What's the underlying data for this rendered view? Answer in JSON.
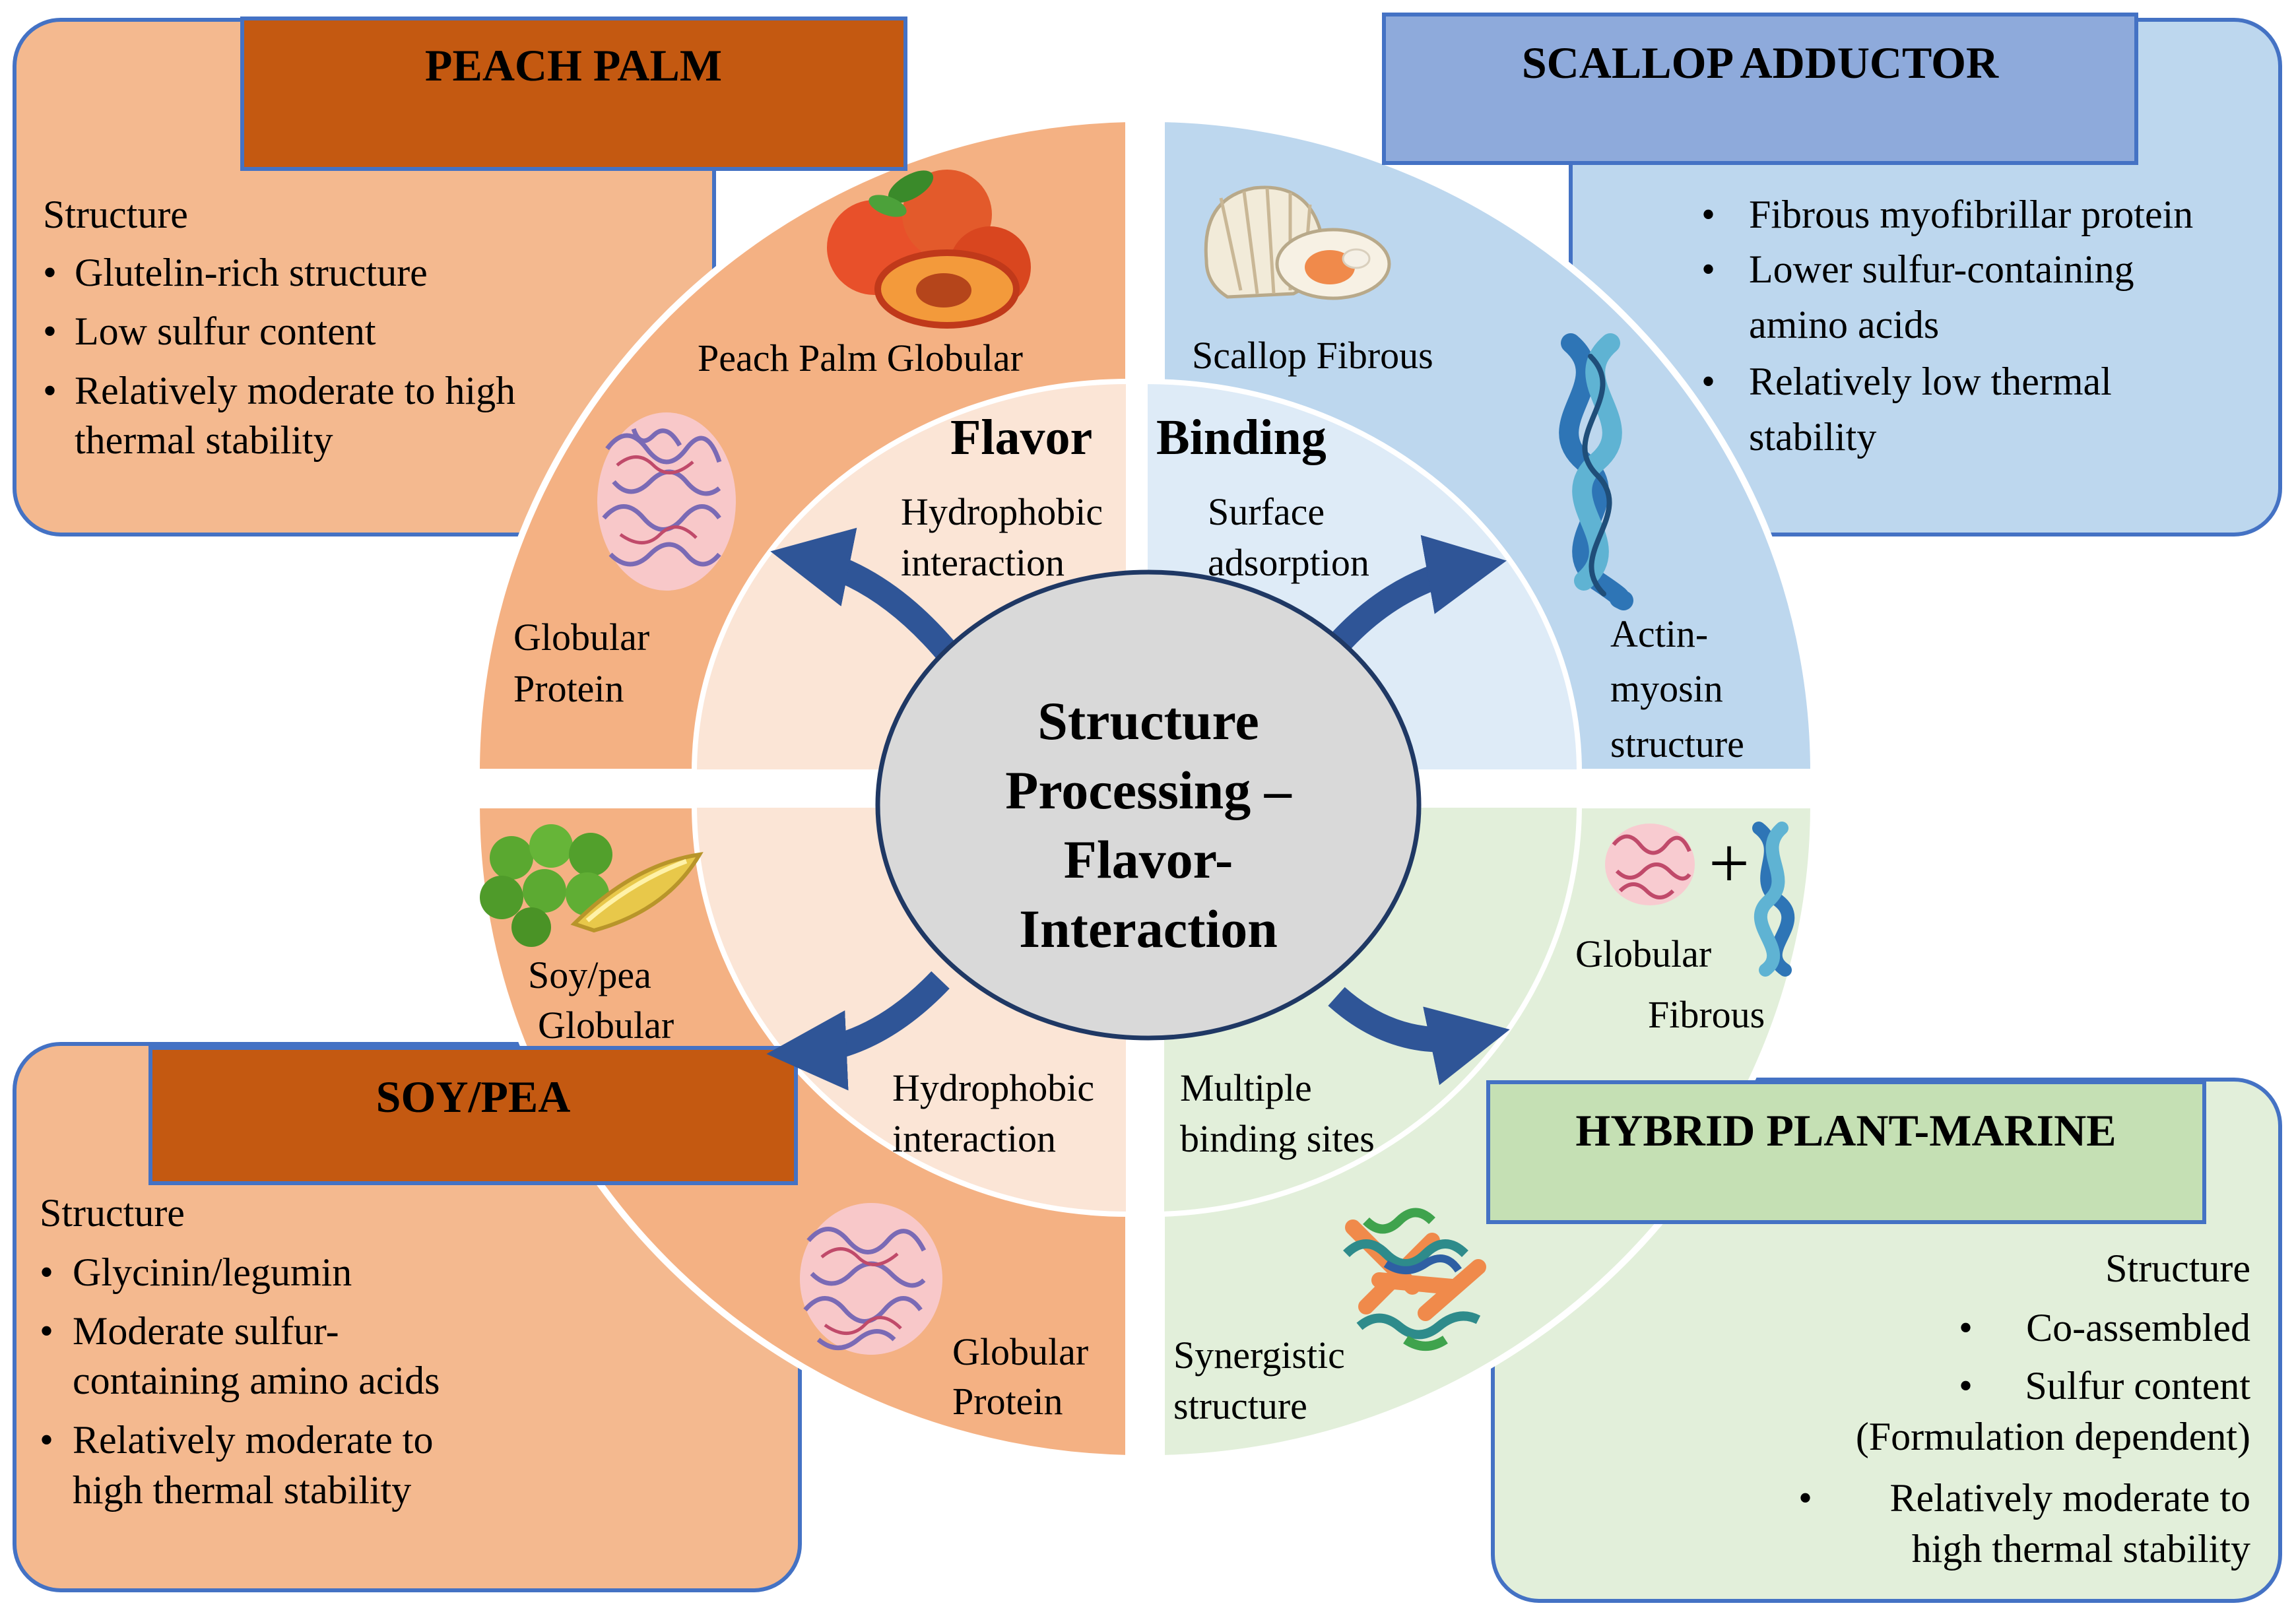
{
  "center": {
    "lines": [
      "Structure",
      "Processing –",
      "Flavor-",
      "Interaction"
    ]
  },
  "quadrant_titles": {
    "flavor": "Flavor",
    "binding": "Binding"
  },
  "panels": {
    "peach_palm": {
      "title": "PEACH PALM",
      "heading": "Structure",
      "bullets": [
        [
          "Glutelin-rich structure"
        ],
        [
          "Low sulfur content"
        ],
        [
          "Relatively moderate to high",
          "thermal stability"
        ]
      ]
    },
    "scallop": {
      "title": "SCALLOP ADDUCTOR",
      "bullets": [
        [
          "Fibrous myofibrillar protein"
        ],
        [
          "Lower sulfur-containing",
          "amino acids"
        ],
        [
          "Relatively low thermal",
          "stability"
        ]
      ]
    },
    "soy_pea": {
      "title": "SOY/PEA",
      "heading": "Structure",
      "bullets": [
        [
          "Glycinin/legumin"
        ],
        [
          "Moderate sulfur-",
          "containing amino acids"
        ],
        [
          "Relatively moderate to",
          "high thermal stability"
        ]
      ]
    },
    "hybrid": {
      "title": "HYBRID PLANT-MARINE",
      "heading": "Structure",
      "bullets": [
        [
          "Co-assembled"
        ],
        [
          "Sulfur content",
          "(Formulation dependent)"
        ],
        [
          "Relatively moderate to",
          "high thermal stability"
        ]
      ]
    }
  },
  "ring_labels": {
    "peach_palm_globular": "Peach Palm Globular",
    "scallop_fibrous": "Scallop Fibrous",
    "globular_protein_tl": [
      "Globular",
      "Protein"
    ],
    "actin_myosin": [
      "Actin-",
      "myosin",
      "structure"
    ],
    "soy_pea_globular": [
      "Soy/pea",
      "Globular"
    ],
    "globular_protein_bl": [
      "Globular",
      "Protein"
    ],
    "hybrid_globular": "Globular",
    "hybrid_fibrous": "Fibrous",
    "synergistic": [
      "Synergistic",
      "structure"
    ]
  },
  "inner_labels": {
    "tl": [
      "Hydrophobic",
      "interaction"
    ],
    "tr": [
      "Surface",
      "adsorption"
    ],
    "bl": [
      "Hydrophobic",
      "interaction"
    ],
    "br": [
      "Multiple",
      "binding sites"
    ]
  },
  "colors": {
    "orange_panel": "#f4b98f",
    "orange_header": "#c45911",
    "blue_panel": "#bdd7ee",
    "blue_header": "#8eaadb",
    "green_panel": "#e2efda",
    "green_header": "#c5e0b4",
    "arrow": "#2f5597",
    "center_fill": "#d9d9d9"
  },
  "icons": {
    "peach": "peach-fruit-icon",
    "scallop": "scallop-shell-icon",
    "peas": "peas-pod-icon",
    "globular": "globular-protein-icon",
    "fibrous": "fibrous-helix-icon",
    "hybrid": "hybrid-protein-icon"
  }
}
